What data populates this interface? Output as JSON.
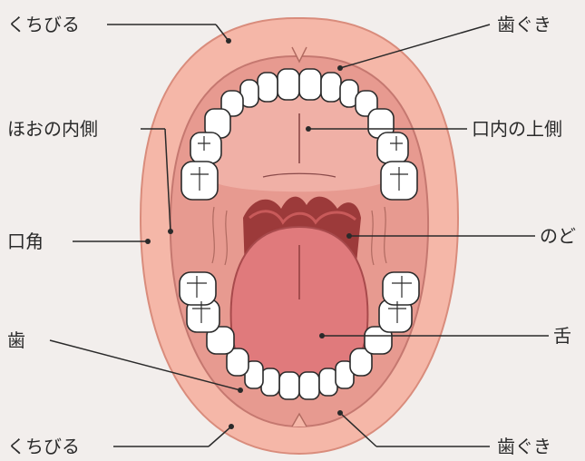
{
  "labels": {
    "lips_top": "くちびる",
    "lips_bottom": "くちびる",
    "gums_top": "歯ぐき",
    "gums_bottom": "歯ぐき",
    "inner_cheek": "ほおの内側",
    "palate": "口内の上側",
    "mouth_corner": "口角",
    "throat": "のど",
    "teeth": "歯",
    "tongue": "舌"
  },
  "colors": {
    "background": "#f2eeec",
    "lips": "#f5b7a8",
    "lips_edge": "#d98c7c",
    "oral_cavity": "#e79a90",
    "palate": "#f0b0a6",
    "throat_dark": "#9c3a3a",
    "tongue": "#e07a7c",
    "tooth": "#ffffff",
    "tooth_outline": "#2b2b2b",
    "leader_line": "#2a2a2a"
  }
}
